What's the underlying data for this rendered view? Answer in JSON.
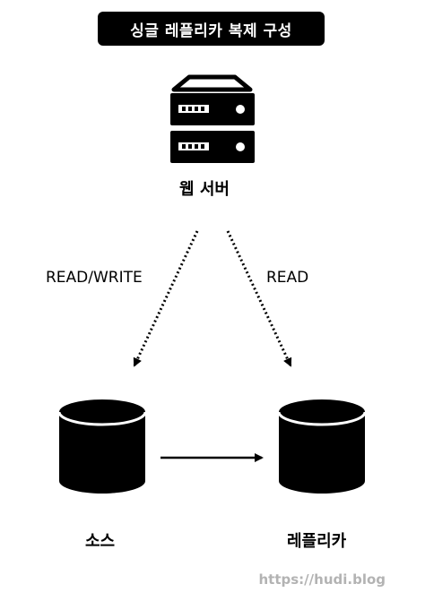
{
  "title": "싱글 레플리카 복제 구성",
  "nodes": {
    "web_server": {
      "label": "웹 서버",
      "icon": "server-icon"
    },
    "source": {
      "label": "소스",
      "icon": "database-icon"
    },
    "replica": {
      "label": "레플리카",
      "icon": "database-icon"
    }
  },
  "edges": [
    {
      "from": "web_server",
      "to": "source",
      "label": "READ/WRITE",
      "style": "dotted"
    },
    {
      "from": "web_server",
      "to": "replica",
      "label": "READ",
      "style": "dotted"
    },
    {
      "from": "source",
      "to": "replica",
      "label": "",
      "style": "solid"
    }
  ],
  "watermark": "https://hudi.blog",
  "colors": {
    "ink": "#000000",
    "background": "#ffffff",
    "watermark": "#b3b3b3"
  }
}
